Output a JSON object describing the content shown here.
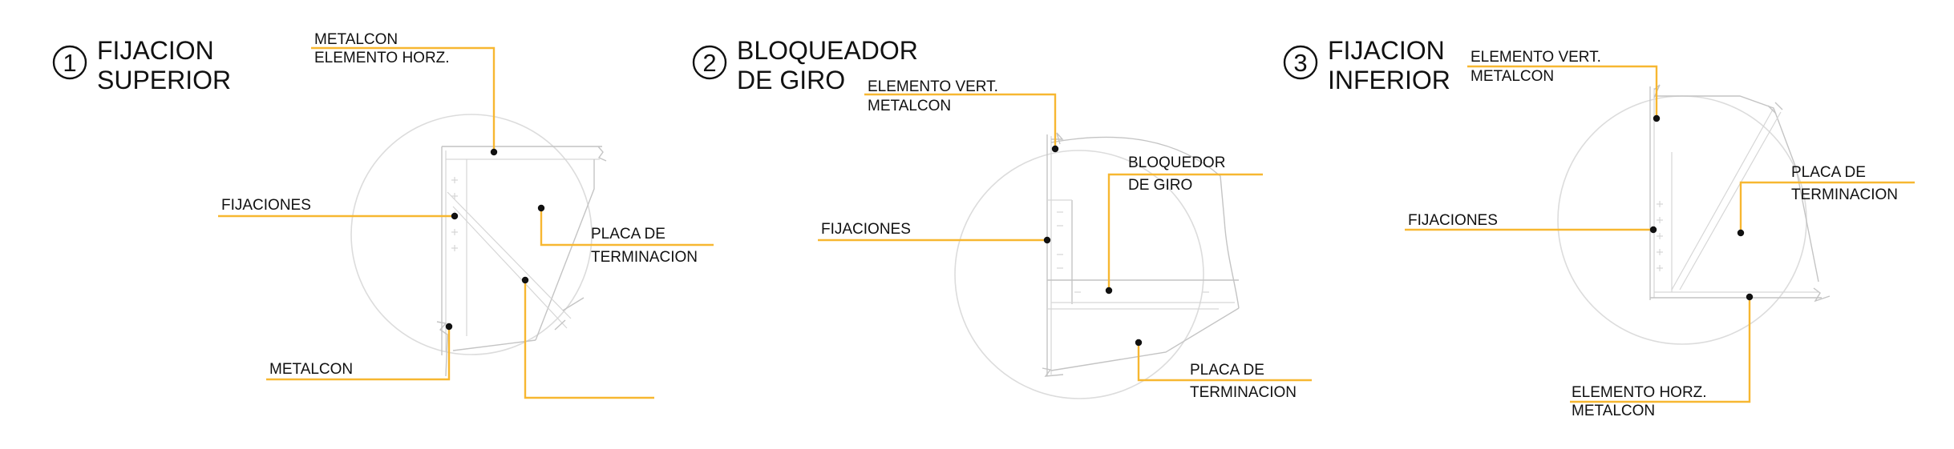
{
  "colors": {
    "leader": "#f7b731",
    "linework": "#c4c4c4",
    "text": "#111111"
  },
  "details": [
    {
      "number": "1",
      "title_line1": "FIJACION",
      "title_line2": "SUPERIOR",
      "labels": {
        "top_line1": "METALCON",
        "top_line2": "ELEMENTO HORZ.",
        "fijaciones": "FIJACIONES",
        "placa_line1": "PLACA DE",
        "placa_line2": "TERMINACION",
        "metalcon": "METALCON"
      }
    },
    {
      "number": "2",
      "title_line1": "BLOQUEADOR",
      "title_line2": "DE GIRO",
      "labels": {
        "vert_line1": "ELEMENTO VERT.",
        "vert_line2": "METALCON",
        "bloq_line1": "BLOQUEDOR",
        "bloq_line2": "DE GIRO",
        "fijaciones": "FIJACIONES",
        "placa_line1": "PLACA DE",
        "placa_line2": "TERMINACION"
      }
    },
    {
      "number": "3",
      "title_line1": "FIJACION",
      "title_line2": "INFERIOR",
      "labels": {
        "vert_line1": "ELEMENTO VERT.",
        "vert_line2": "METALCON",
        "placa_line1": "PLACA DE",
        "placa_line2": "TERMINACION",
        "fijaciones": "FIJACIONES",
        "horz_line1": "ELEMENTO HORZ.",
        "horz_line2": "METALCON"
      }
    }
  ]
}
